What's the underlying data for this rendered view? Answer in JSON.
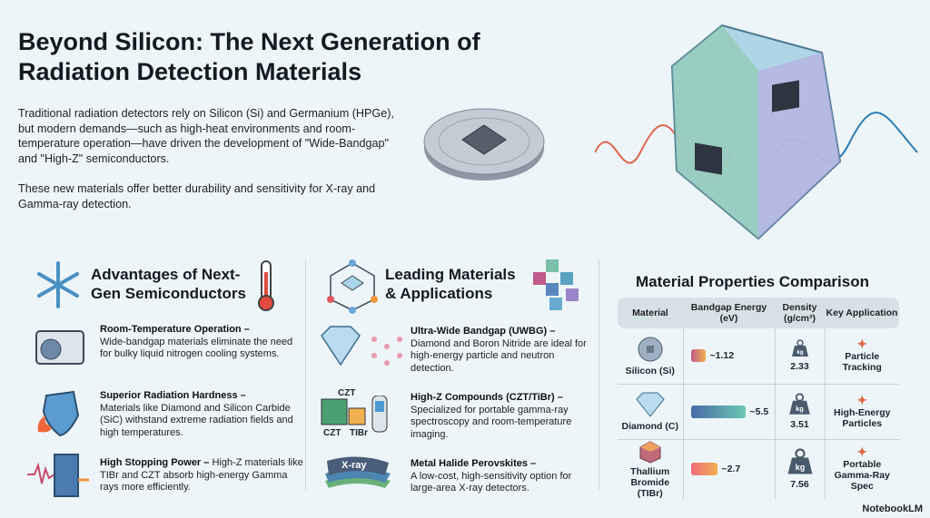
{
  "title": "Beyond Silicon: The Next Generation of Radiation Detection Materials",
  "intro": "Traditional radiation detectors rely on Silicon (Si) and Germanium (HPGe), but modern demands—such as high-heat environments and room-temperature operation—have driven the development of \"Wide-Bandgap\" and \"High-Z\" semiconductors.",
  "intro2": "These new materials offer better durability and sensitivity for X-ray and Gamma-ray detection.",
  "advantages": {
    "heading": "Advantages of Next-Gen Semiconductors",
    "items": [
      {
        "title": "Room-Temperature Operation –",
        "text": "Wide-bandgap materials eliminate the need for bulky liquid nitrogen cooling systems."
      },
      {
        "title": "Superior Radiation Hardness –",
        "text": "Materials like Diamond and Silicon Carbide (SiC) withstand extreme radiation fields and high temperatures."
      },
      {
        "title": "High Stopping Power –",
        "text": "High-Z materials like TIBr and CZT absorb high-energy Gamma rays more efficiently."
      }
    ]
  },
  "materials": {
    "heading": "Leading Materials & Applications",
    "items": [
      {
        "title": "Ultra-Wide Bandgap (UWBG) –",
        "text": "Diamond and Boron Nitride are ideal for high-energy particle and neutron detection."
      },
      {
        "title": "High-Z Compounds (CZT/TiBr) –",
        "text": "Specialized for portable gamma-ray spectroscopy and room-temperature imaging."
      },
      {
        "title": "Metal Halide Perovskites –",
        "text": "A low-cost, high-sensitivity option for large-area X-ray detectors."
      }
    ],
    "labels": {
      "czt_top": "CZT",
      "czt": "CZT",
      "tlbr": "TIBr",
      "xray": "X-ray"
    }
  },
  "table": {
    "heading": "Material Properties Comparison",
    "columns": [
      "Material",
      "Bandgap Energy (eV)",
      "Density (g/cm³)",
      "Key Application"
    ],
    "rows": [
      {
        "material": "Silicon (Si)",
        "bandgap": "~1.12",
        "bandgap_value": 1.12,
        "density": "2.33",
        "application": "Particle Tracking",
        "kg": "kg"
      },
      {
        "material": "Diamond (C)",
        "bandgap": "~5.5",
        "bandgap_value": 5.5,
        "density": "3.51",
        "application": "High-Energy Particles",
        "kg": "kg"
      },
      {
        "material": "Thallium Bromide (TIBr)",
        "bandgap": "~2.7",
        "bandgap_value": 2.7,
        "density": "7.56",
        "application": "Portable Gamma-Ray Spec",
        "kg": "kg"
      }
    ]
  },
  "brand": "NotebookLM"
}
